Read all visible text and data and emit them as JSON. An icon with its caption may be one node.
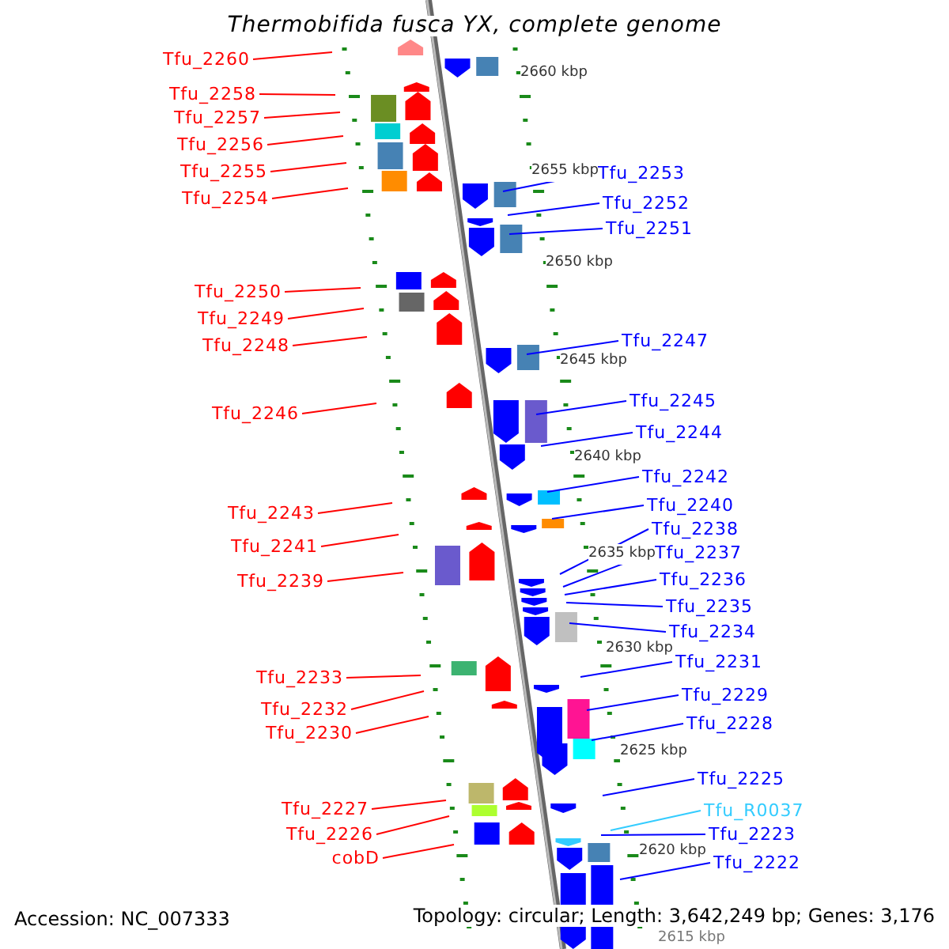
{
  "diagram": {
    "title": "Thermobifida fusca YX, complete genome",
    "nodes": [
      {
        "text": [
          "Tfu_2260"
        ]
      },
      {
        "text": [
          "Tfu_2258"
        ]
      },
      {
        "text": [
          "Tfu_2257"
        ]
      },
      {
        "text": [
          "Tfu_2256"
        ]
      },
      {
        "text": [
          "Tfu_2255"
        ]
      },
      {
        "text": [
          "Tfu_2254"
        ]
      },
      {
        "text": [
          "Tfu_2250"
        ]
      },
      {
        "text": [
          "Tfu_2249"
        ]
      },
      {
        "text": [
          "Tfu_2248"
        ]
      },
      {
        "text": [
          "Tfu_2246"
        ]
      },
      {
        "text": [
          "Tfu_2243"
        ]
      },
      {
        "text": [
          "Tfu_2241"
        ]
      },
      {
        "text": [
          "Tfu_2239"
        ]
      },
      {
        "text": [
          "Tfu_2233"
        ]
      },
      {
        "text": [
          "Tfu_2232"
        ]
      },
      {
        "text": [
          "Tfu_2230"
        ]
      },
      {
        "text": [
          "Tfu_2227"
        ]
      },
      {
        "text": [
          "Tfu_2226"
        ]
      },
      {
        "text": [
          "cobD"
        ]
      },
      {
        "text": [
          "Tfu_2253"
        ]
      },
      {
        "text": [
          "Tfu_2252"
        ]
      },
      {
        "text": [
          "Tfu_2251"
        ]
      },
      {
        "text": [
          "Tfu_2247"
        ]
      },
      {
        "text": [
          "Tfu_2245"
        ]
      },
      {
        "text": [
          "Tfu_2244"
        ]
      },
      {
        "text": [
          "Tfu_2242"
        ]
      },
      {
        "text": [
          "Tfu_2240"
        ]
      },
      {
        "text": [
          "Tfu_2238"
        ]
      },
      {
        "text": [
          "Tfu_2237"
        ]
      },
      {
        "text": [
          "Tfu_2236"
        ]
      },
      {
        "text": [
          "Tfu_2235"
        ]
      },
      {
        "text": [
          "Tfu_2234"
        ]
      },
      {
        "text": [
          "Tfu_2231"
        ]
      },
      {
        "text": [
          "Tfu_2229"
        ]
      },
      {
        "text": [
          "Tfu_2228"
        ]
      },
      {
        "text": [
          "Tfu_2225"
        ]
      },
      {
        "text": [
          "Tfu_R0037"
        ]
      },
      {
        "text": [
          "Tfu_2223"
        ]
      },
      {
        "text": [
          "Tfu_2222"
        ]
      }
    ],
    "edges": [
      {
        "from": 0,
        "to": null,
        "arrow": "none",
        "color": "#ff0000"
      },
      {
        "from": 1,
        "to": null,
        "arrow": "none",
        "color": "#ff0000"
      },
      {
        "from": 2,
        "to": null,
        "arrow": "none",
        "color": "#ff0000"
      },
      {
        "from": 3,
        "to": null,
        "arrow": "none",
        "color": "#ff0000"
      },
      {
        "from": 4,
        "to": null,
        "arrow": "none",
        "color": "#ff0000"
      },
      {
        "from": 5,
        "to": null,
        "arrow": "none",
        "color": "#ff0000"
      },
      {
        "from": 6,
        "to": null,
        "arrow": "none",
        "color": "#ff0000"
      },
      {
        "from": 7,
        "to": null,
        "arrow": "none",
        "color": "#ff0000"
      },
      {
        "from": 8,
        "to": null,
        "arrow": "none",
        "color": "#ff0000"
      },
      {
        "from": 9,
        "to": null,
        "arrow": "none",
        "color": "#ff0000"
      },
      {
        "from": 10,
        "to": null,
        "arrow": "none",
        "color": "#ff0000"
      },
      {
        "from": 11,
        "to": null,
        "arrow": "none",
        "color": "#ff0000"
      },
      {
        "from": 12,
        "to": null,
        "arrow": "none",
        "color": "#ff0000"
      },
      {
        "from": 13,
        "to": null,
        "arrow": "none",
        "color": "#ff0000"
      },
      {
        "from": 14,
        "to": null,
        "arrow": "none",
        "color": "#ff0000"
      },
      {
        "from": 15,
        "to": null,
        "arrow": "none",
        "color": "#ff0000"
      },
      {
        "from": 16,
        "to": null,
        "arrow": "none",
        "color": "#ff0000"
      },
      {
        "from": 17,
        "to": null,
        "arrow": "none",
        "color": "#ff0000"
      },
      {
        "from": 18,
        "to": null,
        "arrow": "none",
        "color": "#ff0000"
      },
      {
        "from": 19,
        "to": null,
        "arrow": "none",
        "color": "#0000ff"
      },
      {
        "from": 20,
        "to": null,
        "arrow": "none",
        "color": "#0000ff"
      },
      {
        "from": 21,
        "to": null,
        "arrow": "none",
        "color": "#0000ff"
      },
      {
        "from": 22,
        "to": null,
        "arrow": "none",
        "color": "#0000ff"
      },
      {
        "from": 23,
        "to": null,
        "arrow": "none",
        "color": "#0000ff"
      },
      {
        "from": 24,
        "to": null,
        "arrow": "none",
        "color": "#0000ff"
      },
      {
        "from": 25,
        "to": null,
        "arrow": "none",
        "color": "#0000ff"
      },
      {
        "from": 26,
        "to": null,
        "arrow": "none",
        "color": "#0000ff"
      },
      {
        "from": 27,
        "to": null,
        "arrow": "none",
        "color": "#0000ff"
      },
      {
        "from": 28,
        "to": null,
        "arrow": "none",
        "color": "#0000ff"
      },
      {
        "from": 29,
        "to": null,
        "arrow": "none",
        "color": "#0000ff"
      },
      {
        "from": 30,
        "to": null,
        "arrow": "none",
        "color": "#0000ff"
      },
      {
        "from": 31,
        "to": null,
        "arrow": "none",
        "color": "#0000ff"
      },
      {
        "from": 32,
        "to": null,
        "arrow": "none",
        "color": "#0000ff"
      },
      {
        "from": 33,
        "to": null,
        "arrow": "none",
        "color": "#0000ff"
      },
      {
        "from": 34,
        "to": null,
        "arrow": "none",
        "color": "#0000ff"
      },
      {
        "from": 35,
        "to": null,
        "arrow": "none",
        "color": "#0000ff"
      },
      {
        "from": 36,
        "to": null,
        "arrow": "none",
        "color": "#33ccff"
      },
      {
        "from": 37,
        "to": null,
        "arrow": "none",
        "color": "#0000ff"
      },
      {
        "from": 38,
        "to": null,
        "arrow": "none",
        "color": "#0000ff"
      }
    ],
    "labels": [
      "2660 kbp",
      "2655 kbp",
      "2650 kbp",
      "2645 kbp",
      "2640 kbp",
      "2635 kbp",
      "2630 kbp",
      "2625 kbp",
      "2620 kbp",
      "2615 kbp",
      "Accession: NC_007333",
      "Topology: circular; Length: 3,642,249 bp; Genes: 3,176"
    ]
  }
}
